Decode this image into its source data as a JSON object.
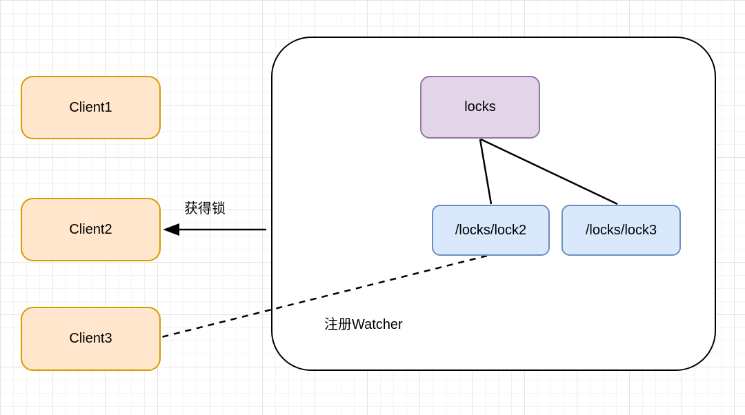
{
  "diagram": {
    "nodes": {
      "client1": "Client1",
      "client2": "Client2",
      "client3": "Client3",
      "locks_root": "locks",
      "lock2": "/locks/lock2",
      "lock3": "/locks/lock3"
    },
    "edge_labels": {
      "acquire_lock": "获得锁",
      "register_watcher": "注册Watcher"
    },
    "colors": {
      "client_fill": "#ffe6cc",
      "client_border": "#d79b00",
      "root_fill": "#e1d5e7",
      "root_border": "#9673a6",
      "lock_fill": "#dae8fc",
      "lock_border": "#6c8ebf",
      "line_color": "#000000"
    }
  }
}
